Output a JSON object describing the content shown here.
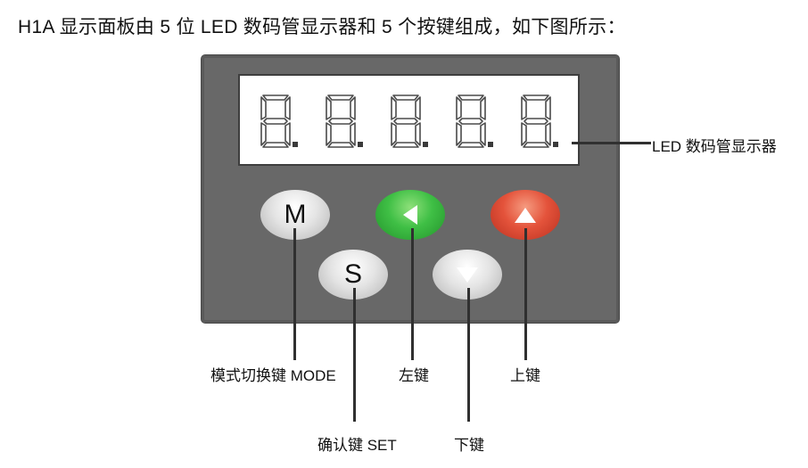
{
  "caption": "H1A 显示面板由 5 位 LED 数码管显示器和 5 个按键组成，如下图所示：",
  "display": {
    "digits": 5
  },
  "buttons": {
    "mode": {
      "glyph": "M"
    },
    "set": {
      "glyph": "S"
    },
    "left": {
      "glyph": "left-arrow-icon"
    },
    "up": {
      "glyph": "up-arrow-icon"
    },
    "down": {
      "glyph": "down-arrow-icon"
    }
  },
  "labels": {
    "led": "LED 数码管显示器",
    "mode": "模式切换键 MODE",
    "left": "左键",
    "up": "上键",
    "set": "确认键 SET",
    "down": "下键"
  },
  "colors": {
    "panel": "#686868",
    "green_button": "#3fbf45",
    "red_button": "#e4533b",
    "grey_button": "#e4e4e4"
  }
}
